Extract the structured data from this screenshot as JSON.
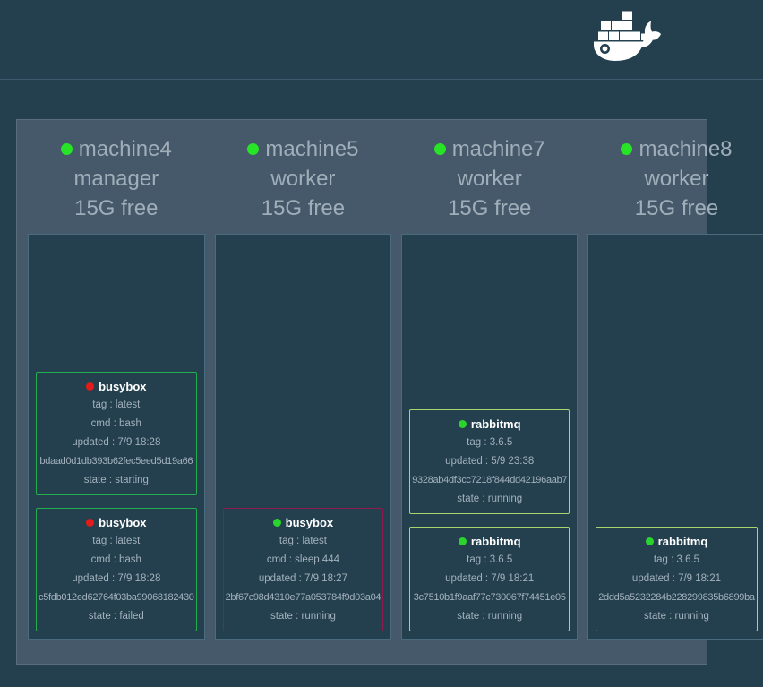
{
  "header": {
    "logo_icon": "docker-whale-icon"
  },
  "theme": {
    "page_bg": "#24404f",
    "panel_bg": "#46596a",
    "panel_border": "#5a6d7d",
    "node_bg": "#24404f",
    "node_border": "#4a6a7d",
    "header_rule": "#3b5a6d",
    "node_text": "#a0aeb9",
    "card_text": "#a3b1bd",
    "card_title_text": "#ffffff",
    "green_border": "#23ae4e",
    "maroon_border": "#8f1a4d",
    "yellowgreen_border": "#a9d46e",
    "green_dot": "#2bd42b",
    "red_dot": "#e31b1b"
  },
  "nodes": [
    {
      "name": "machine4",
      "role": "manager",
      "disk_free": "15G free",
      "status_color": "#27e427",
      "containers": [
        {
          "name": "busybox",
          "dot_color": "#e31b1b",
          "border_color": "#23ae4e",
          "details": [
            "tag : latest",
            "cmd : bash",
            "updated : 7/9 18:28"
          ],
          "container_id": "bdaad0d1db393b62fec5eed5d19a66",
          "state": "state : starting"
        },
        {
          "name": "busybox",
          "dot_color": "#e31b1b",
          "border_color": "#23ae4e",
          "details": [
            "tag : latest",
            "cmd : bash",
            "updated : 7/9 18:28"
          ],
          "container_id": "c5fdb012ed62764f03ba99068182430",
          "state": "state : failed"
        }
      ]
    },
    {
      "name": "machine5",
      "role": "worker",
      "disk_free": "15G free",
      "status_color": "#27e427",
      "containers": [
        {
          "name": "busybox",
          "dot_color": "#2bd42b",
          "border_color": "#8f1a4d",
          "details": [
            "tag : latest",
            "cmd : sleep,444",
            "updated : 7/9 18:27"
          ],
          "container_id": "2bf67c98d4310e77a053784f9d03a04",
          "state": "state : running"
        }
      ]
    },
    {
      "name": "machine7",
      "role": "worker",
      "disk_free": "15G free",
      "status_color": "#27e427",
      "containers": [
        {
          "name": "rabbitmq",
          "dot_color": "#2bd42b",
          "border_color": "#a9d46e",
          "details": [
            "tag : 3.6.5",
            "updated : 5/9 23:38"
          ],
          "container_id": "9328ab4df3cc7218f844dd42196aab7",
          "state": "state : running"
        },
        {
          "name": "rabbitmq",
          "dot_color": "#2bd42b",
          "border_color": "#a9d46e",
          "details": [
            "tag : 3.6.5",
            "updated : 7/9 18:21"
          ],
          "container_id": "3c7510b1f9aaf77c730067f74451e05",
          "state": "state : running"
        }
      ]
    },
    {
      "name": "machine8",
      "role": "worker",
      "disk_free": "15G free",
      "status_color": "#27e427",
      "containers": [
        {
          "name": "rabbitmq",
          "dot_color": "#2bd42b",
          "border_color": "#a9d46e",
          "details": [
            "tag : 3.6.5",
            "updated : 7/9 18:21"
          ],
          "container_id": "2ddd5a5232284b228299835b6899ba",
          "state": "state : running"
        }
      ]
    }
  ]
}
